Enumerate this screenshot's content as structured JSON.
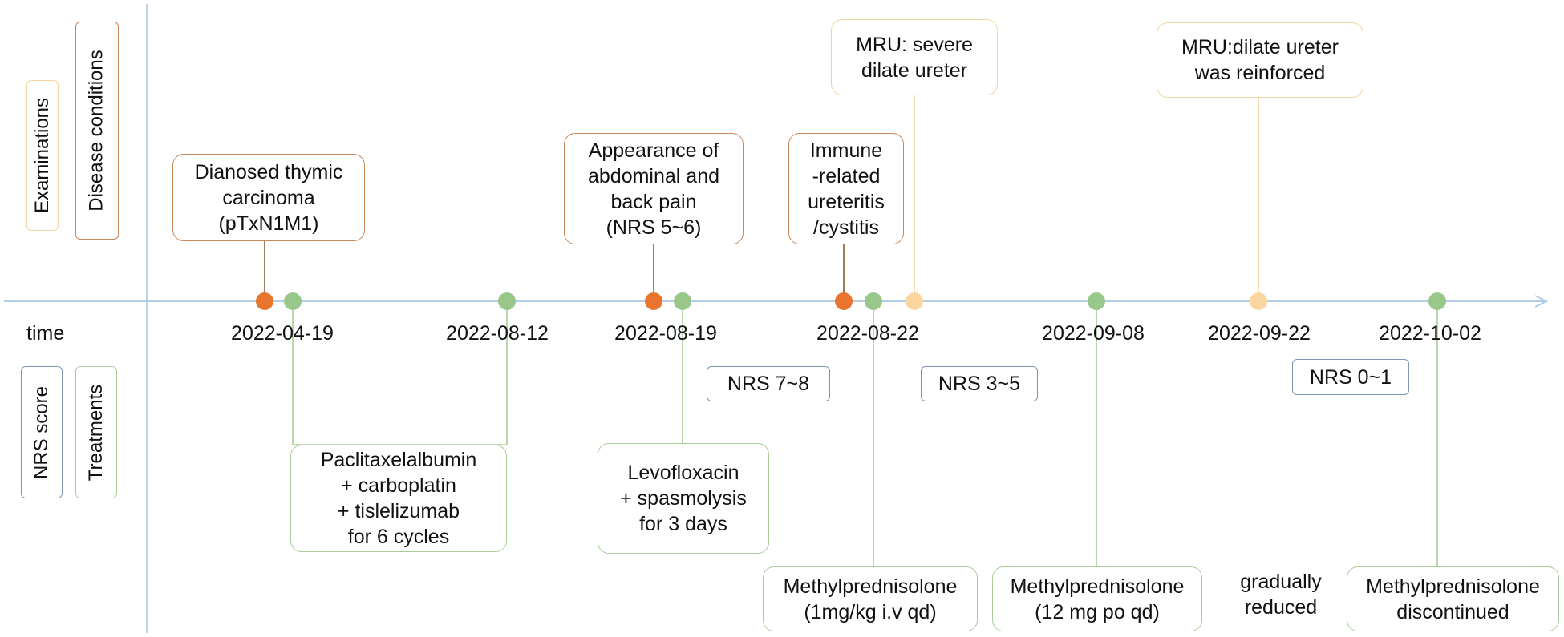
{
  "legend": {
    "examinations": "Examinations",
    "disease_conditions": "Disease conditions",
    "nrs_score": "NRS score",
    "treatments": "Treatments"
  },
  "axis": {
    "time_label": "time"
  },
  "dates": [
    "2022-04-19",
    "2022-08-12",
    "2022-08-19",
    "2022-08-22",
    "2022-09-08",
    "2022-09-22",
    "2022-10-02"
  ],
  "disease_conditions": [
    "Dianosed thymic\ncarcinoma\n(pTxN1M1)",
    "Appearance of\nabdominal and\nback pain\n(NRS 5~6)",
    "Immune\n-related\nureteritis\n/cystitis"
  ],
  "examinations": [
    "MRU: severe\ndilate ureter",
    "MRU:dilate ureter\nwas reinforced"
  ],
  "treatments": [
    "Paclitaxelalbumin\n+ carboplatin\n+ tislelizumab\nfor 6 cycles",
    "Levofloxacin\n+ spasmolysis\nfor 3 days",
    "Methylprednisolone\n(1mg/kg i.v qd)",
    "Methylprednisolone\n(12 mg po qd)",
    "Methylprednisolone\ndiscontinued"
  ],
  "gradually_reduced": "gradually\nreduced",
  "nrs_scores": [
    "NRS 7~8",
    "NRS 3~5",
    "NRS 0~1"
  ],
  "colors": {
    "disease_marker": "#e8742e",
    "treatment_marker": "#99c78a",
    "exam_marker": "#fbd7a0",
    "axis": "#a9c6e3",
    "disease_border": "#c9875a",
    "exam_border": "#f3d4a0",
    "treatment_border": "#a9cc99",
    "nrs_border": "#7a95b5"
  }
}
